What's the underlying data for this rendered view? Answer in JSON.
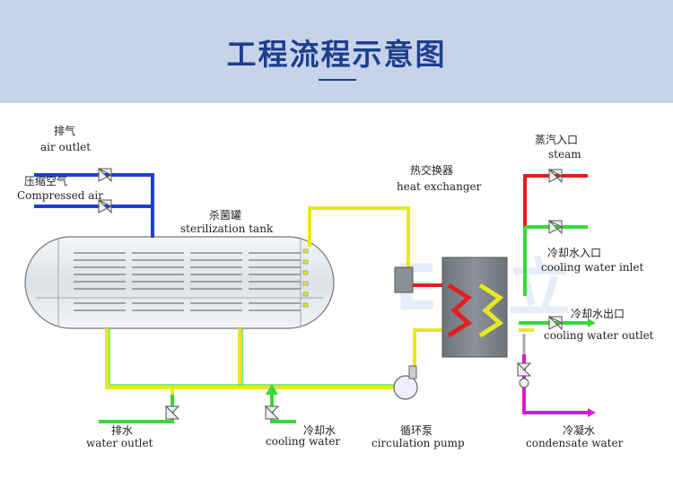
{
  "header": {
    "title": "工程流程示意图"
  },
  "watermark": "ER 立",
  "labels": {
    "air_outlet_zh": "排气",
    "air_outlet_en": "air outlet",
    "compressed_air_zh": "压缩空气",
    "compressed_air_en": "Compressed air",
    "tank_zh": "杀菌罐",
    "tank_en": "sterilization tank",
    "heat_exchanger_zh": "热交换器",
    "heat_exchanger_en": "heat exchanger",
    "steam_zh": "蒸汽入口",
    "steam_en": "steam",
    "cooling_inlet_zh": "冷却水入口",
    "cooling_inlet_en": "cooling water inlet",
    "cooling_outlet_zh": "冷却水出口",
    "cooling_outlet_en": "cooling water outlet",
    "water_outlet_zh": "排水",
    "water_outlet_en": "water outlet",
    "cooling_water_zh": "冷却水",
    "cooling_water_en": "cooling water",
    "pump_zh": "循环泵",
    "pump_en": "circulation pump",
    "condensate_zh": "冷凝水",
    "condensate_en": "condensate water"
  },
  "colors": {
    "header_bg": "#c7d3e8",
    "title": "#1e3f8f",
    "air_pipe": "#1f3fd0",
    "steam_pipe": "#e02020",
    "cooling_pipe": "#38d838",
    "loop_pipe": "#e8e820",
    "condensate_pipe": "#d020d0"
  }
}
